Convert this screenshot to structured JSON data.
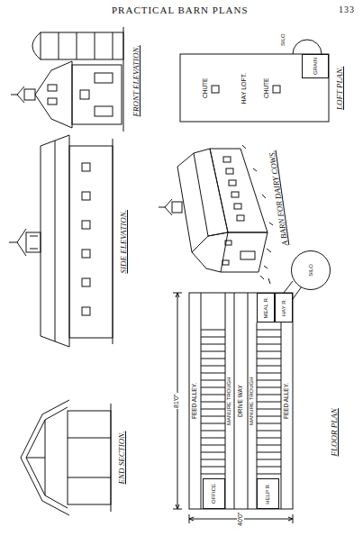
{
  "diagram": {
    "title": "A BARN FOR DAIRY COWS.",
    "nodes": [
      {
        "text": [
          "SILO"
        ]
      },
      {
        "text": [
          "OFFICE"
        ]
      },
      {
        "text": [
          "HELP R."
        ]
      },
      {
        "text": [
          "MEAL R."
        ]
      },
      {
        "text": [
          "HAY R."
        ]
      },
      {
        "text": [
          "GRAIN"
        ]
      }
    ],
    "labels": [
      "PRACTICAL BARN PLANS",
      "133",
      "END SECTION.",
      "SIDE ELEVATION.",
      "FRONT ELEVATION.",
      "FEED ALLEY.",
      "MANURE TROUGH",
      "DRIVE WAY",
      "MANURE TROUGH",
      "FEED ALLEY.",
      "81'0\"",
      "40'0\"",
      "FLOOR PLAN",
      "HAY LOFT.",
      "CHUTE",
      "CHUTE",
      "LOFT PLAN.",
      "SILO"
    ]
  }
}
